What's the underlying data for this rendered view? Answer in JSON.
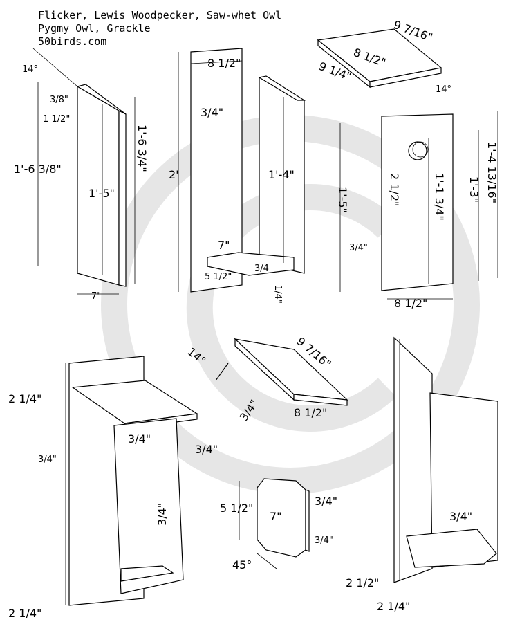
{
  "title": {
    "line1": "Flicker, Lewis Woodpecker, Saw-whet Owl",
    "line2": "Pygmy Owl, Grackle",
    "line3": "50birds.com"
  },
  "views": {
    "side_panel": {
      "dims": [
        "14°",
        "3/8\"",
        "1 1/2\"",
        "1'-6 3/8\"",
        "1'-5\"",
        "1'-6 3/4\"",
        "7\""
      ]
    },
    "back_panel": {
      "dims": [
        "8 1/2\"",
        "3/4\"",
        "2'",
        "1'-4\"",
        "7\"",
        "5 1/2\"",
        "3/4",
        "1/4\""
      ]
    },
    "roof": {
      "dims": [
        "9 7/16\"",
        "8 1/2\"",
        "9 1/4\""
      ]
    },
    "front_panel": {
      "dims": [
        "14°",
        "2 1/2\"",
        "1'-1 3/4\"",
        "1'-5\"",
        "1'-3\"",
        "1'-4 13/16\"",
        "3/4\"",
        "8 1/2\""
      ]
    },
    "assembly": {
      "dims": [
        "2 1/4\"",
        "3/4\"",
        "3/4\"",
        "3/4\"",
        "3/4\"",
        "2 1/4\""
      ]
    },
    "roof_angle": {
      "dims": [
        "14°",
        "9 7/16\"",
        "3/4\"",
        "8 1/2\""
      ]
    },
    "floor": {
      "dims": [
        "5 1/2\"",
        "7\"",
        "3/4\"",
        "3/4\"",
        "45°"
      ]
    },
    "assembly_back": {
      "dims": [
        "3/4\"",
        "2 1/2\"",
        "2 1/4\""
      ]
    }
  }
}
